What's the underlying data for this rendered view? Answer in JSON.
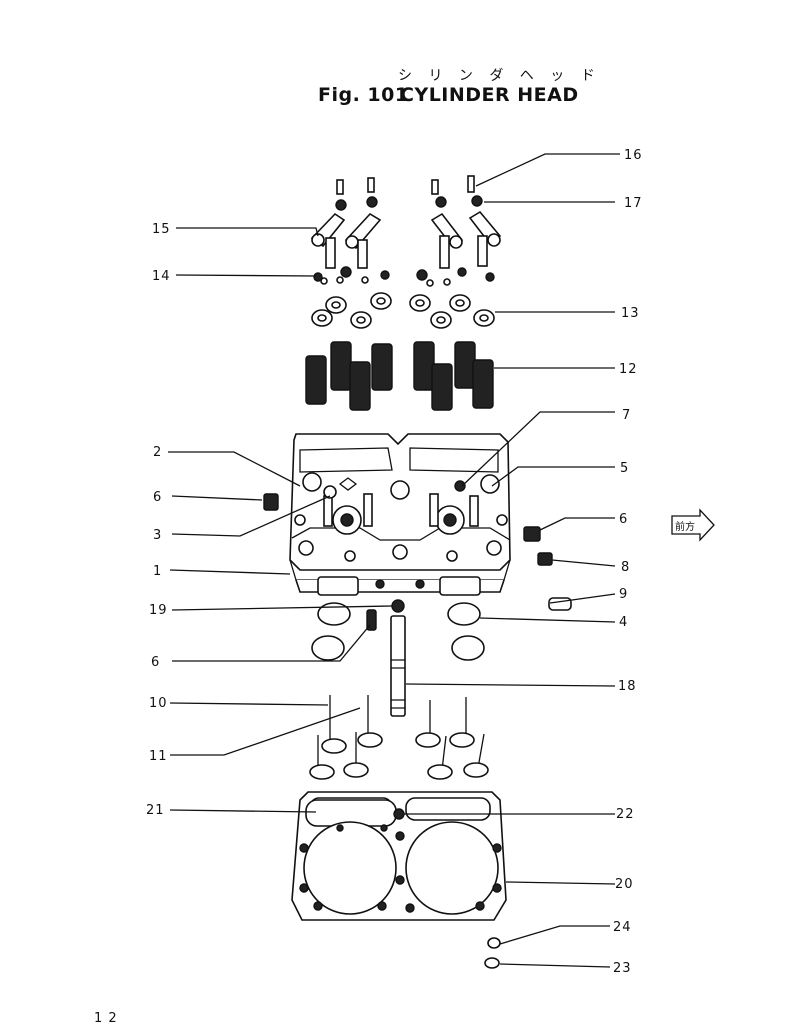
{
  "title_japanese": "シ リ ン ダ ヘ ッ ド",
  "fig_label": "Fig. 101",
  "title_english": "CYLINDER HEAD",
  "direction_badge": "前方",
  "page_number": "1 2",
  "callouts": [
    {
      "id": "c16",
      "label": "16"
    },
    {
      "id": "c17",
      "label": "17"
    },
    {
      "id": "c15",
      "label": "15"
    },
    {
      "id": "c14",
      "label": "14"
    },
    {
      "id": "c13",
      "label": "13"
    },
    {
      "id": "c12",
      "label": "12"
    },
    {
      "id": "c7",
      "label": "7"
    },
    {
      "id": "c2",
      "label": "2"
    },
    {
      "id": "c5",
      "label": "5"
    },
    {
      "id": "c6a",
      "label": "6"
    },
    {
      "id": "c3",
      "label": "3"
    },
    {
      "id": "c6b",
      "label": "6"
    },
    {
      "id": "c8",
      "label": "8"
    },
    {
      "id": "c1",
      "label": "1"
    },
    {
      "id": "c9",
      "label": "9"
    },
    {
      "id": "c19",
      "label": "19"
    },
    {
      "id": "c4",
      "label": "4"
    },
    {
      "id": "c6c",
      "label": "6"
    },
    {
      "id": "c18",
      "label": "18"
    },
    {
      "id": "c10",
      "label": "10"
    },
    {
      "id": "c11",
      "label": "11"
    },
    {
      "id": "c21",
      "label": "21"
    },
    {
      "id": "c22",
      "label": "22"
    },
    {
      "id": "c20",
      "label": "20"
    },
    {
      "id": "c24",
      "label": "24"
    },
    {
      "id": "c23",
      "label": "23"
    }
  ]
}
